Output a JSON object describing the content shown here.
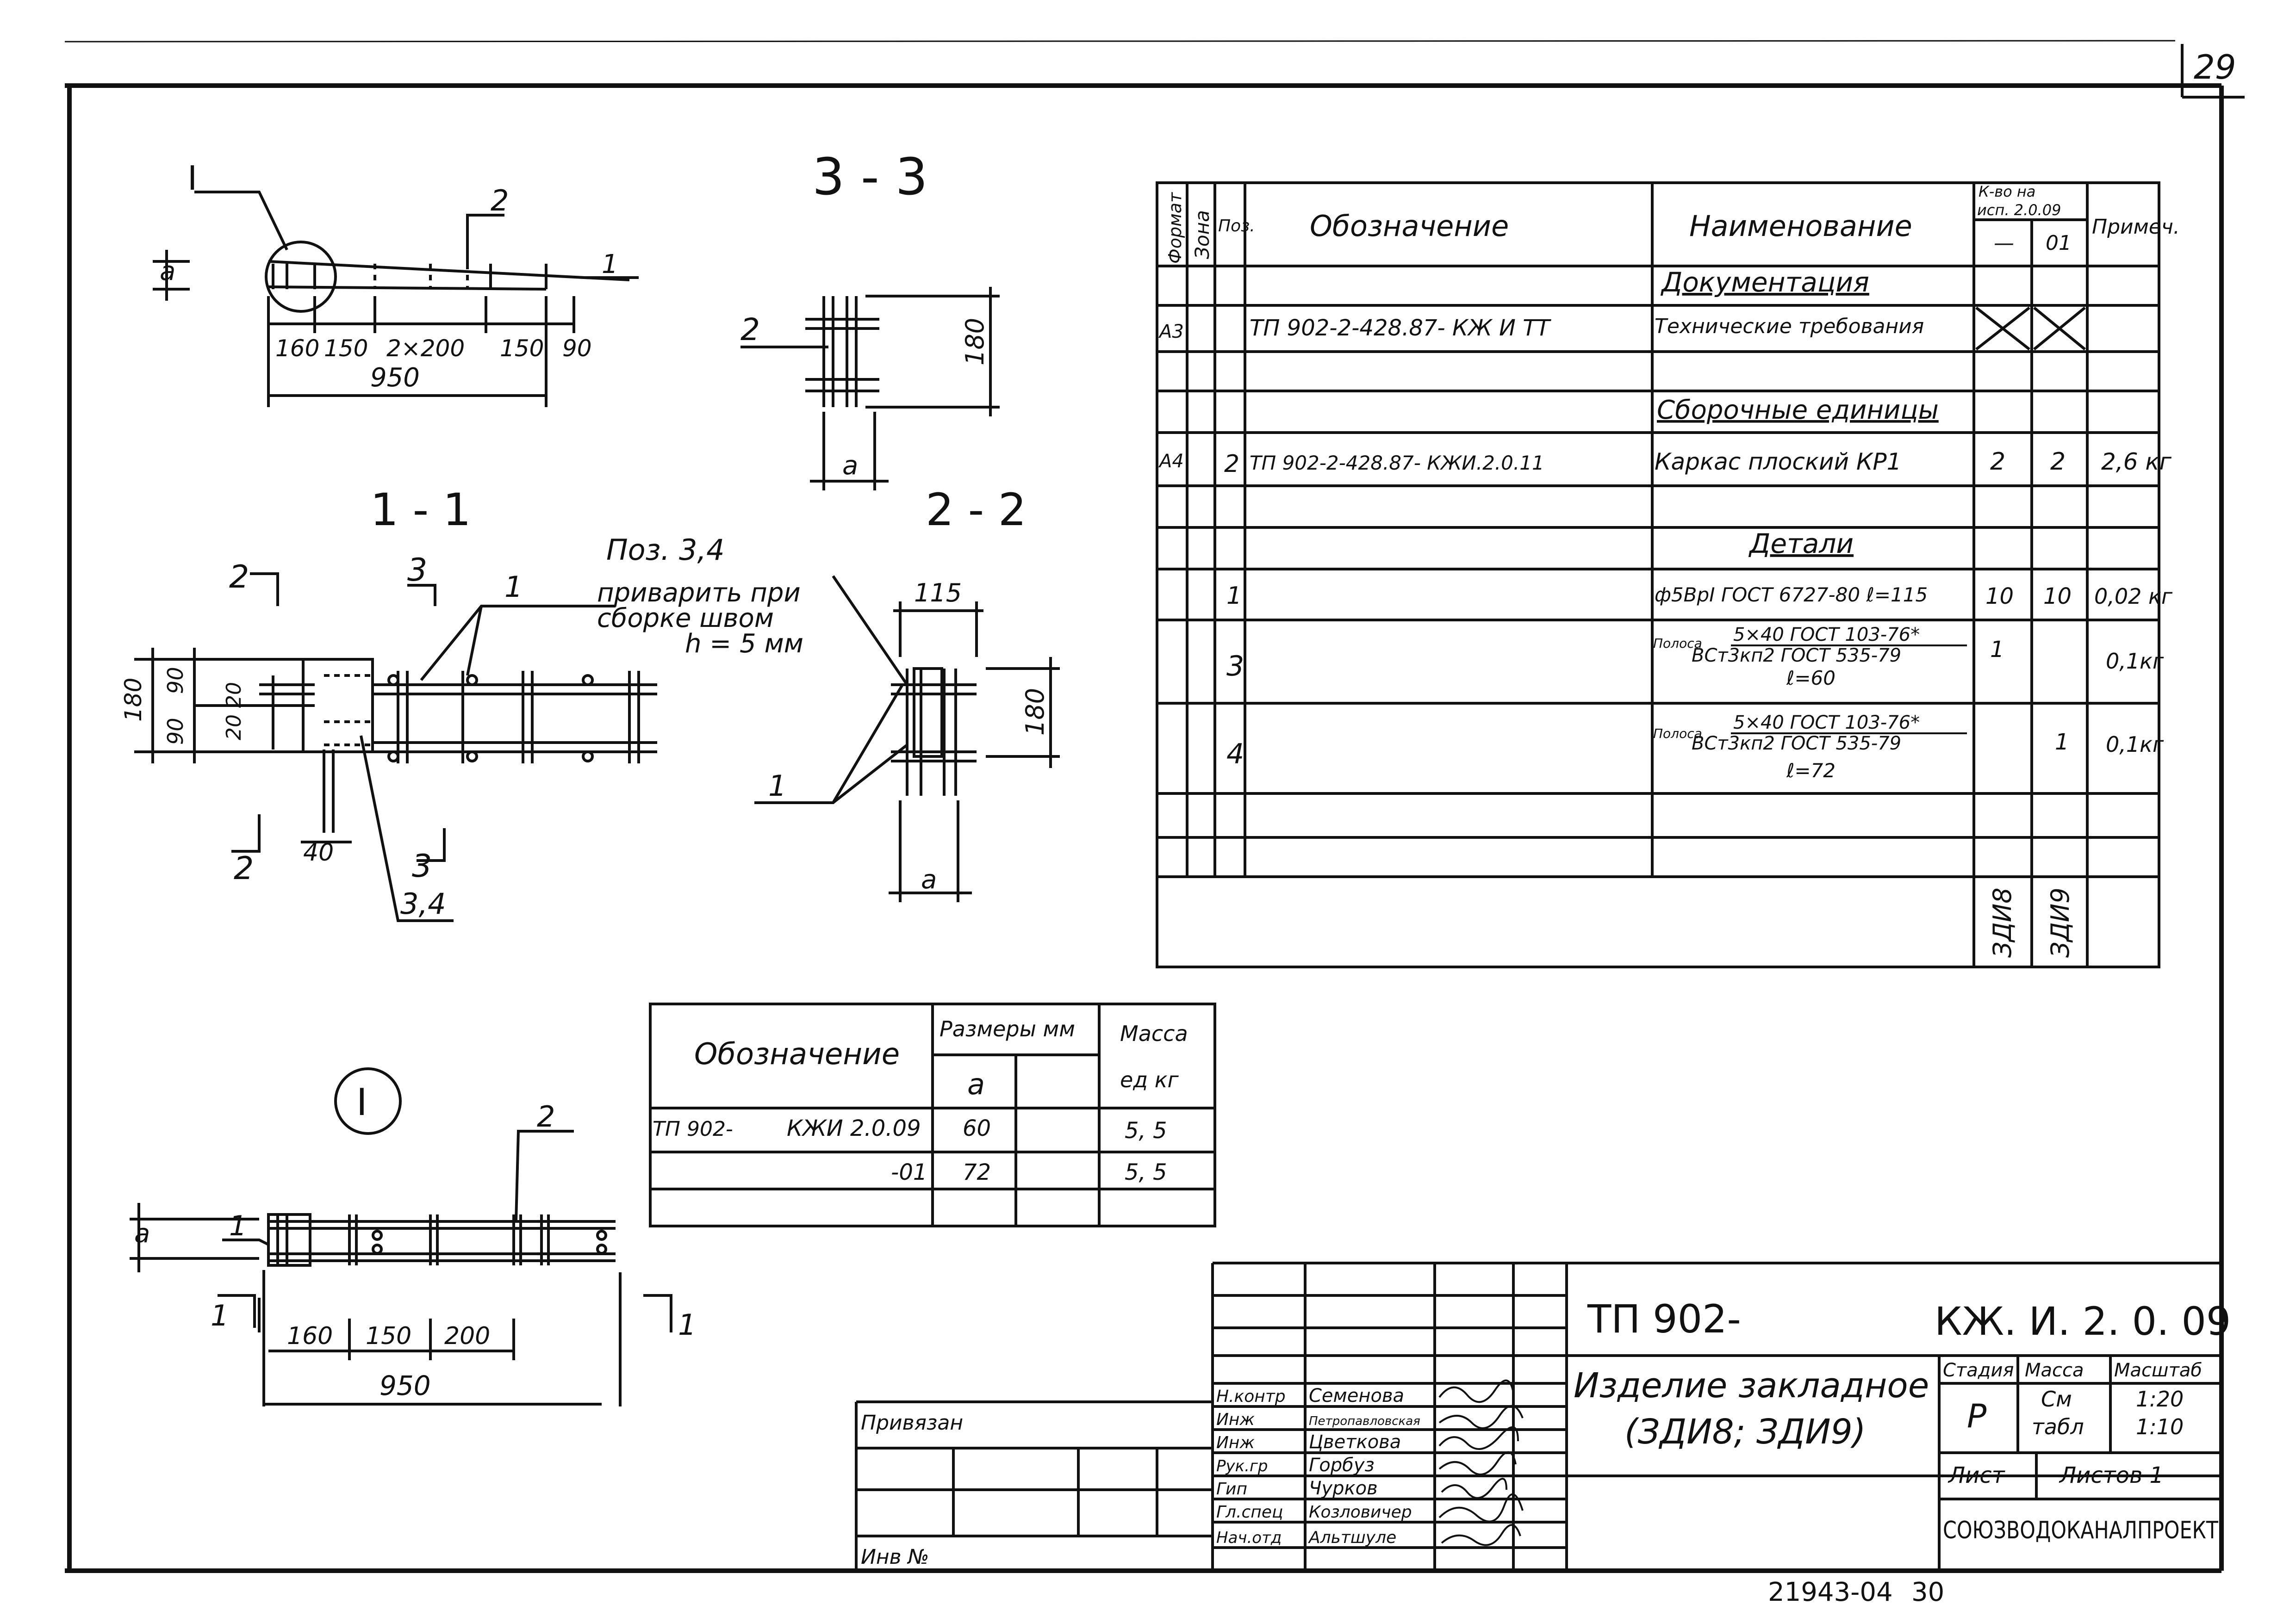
{
  "sheet_number": "29",
  "archive_number": "21943-04",
  "archive_page": "30",
  "sections": {
    "s33": "3 - 3",
    "s11": "1 - 1",
    "s22": "2 - 2",
    "detail_I": "I"
  },
  "plan_top": {
    "callout_I": "I",
    "pos_2": "2",
    "pos_1": "1",
    "dim_a": "a",
    "dims": [
      "160",
      "150",
      "2×200",
      "150",
      "90"
    ],
    "overall": "950"
  },
  "section_33": {
    "pos_2": "2",
    "dim_180": "180",
    "dim_a": "a"
  },
  "section_11": {
    "marks": [
      "2",
      "3",
      "2",
      "3"
    ],
    "pos_1": "1",
    "note_title": "Поз. 3,4",
    "note_line1": "приварить при",
    "note_line2": "сборке швом",
    "note_line3": "h = 5 мм",
    "dim_180": "180",
    "dim_90a": "90",
    "dim_90b": "90",
    "dim_20a": "20",
    "dim_20b": "20",
    "dim_40": "40",
    "pos_34": "3,4"
  },
  "section_22": {
    "dim_115": "115",
    "dim_180": "180",
    "pos_1": "1",
    "dim_a": "a"
  },
  "detail": {
    "callout": "I",
    "pos_2": "2",
    "pos_1": "1",
    "dim_a": "a",
    "dims": [
      "160",
      "150",
      "200"
    ],
    "overall": "950",
    "cut_left": "1",
    "cut_right": "1"
  },
  "spec": {
    "headers": {
      "format": "Формат",
      "zone": "Зона",
      "pos": "Поз.",
      "designation": "Обозначение",
      "name": "Наименование",
      "qty_top1": "К-во на",
      "qty_top2": "исп. 2.0.09",
      "qty_c1": "—",
      "qty_c2": "01",
      "note": "Примеч."
    },
    "rows": [
      {
        "fmt": "",
        "zone": "",
        "pos": "",
        "des": "",
        "name": "Документация",
        "q1": "",
        "q2": "",
        "note": "",
        "type": "section"
      },
      {
        "fmt": "А3",
        "zone": "",
        "pos": "",
        "des": "ТП 902-2-428.87- КЖ И ТТ",
        "name": "Технические требования",
        "q1": "",
        "q2": "",
        "note": "",
        "type": "crossed"
      },
      {
        "fmt": "",
        "zone": "",
        "pos": "",
        "des": "",
        "name": "",
        "q1": "",
        "q2": "",
        "note": "",
        "type": "empty"
      },
      {
        "fmt": "",
        "zone": "",
        "pos": "",
        "des": "",
        "name": "Сборочные единицы",
        "q1": "",
        "q2": "",
        "note": "",
        "type": "section"
      },
      {
        "fmt": "А4",
        "zone": "",
        "pos": "2",
        "des": "ТП 902-2-428.87- КЖИ.2.0.11",
        "name": "Каркас плоский КР1",
        "q1": "2",
        "q2": "2",
        "note": "2,6 кг",
        "type": "item"
      },
      {
        "fmt": "",
        "zone": "",
        "pos": "",
        "des": "",
        "name": "",
        "q1": "",
        "q2": "",
        "note": "",
        "type": "empty"
      },
      {
        "fmt": "",
        "zone": "",
        "pos": "",
        "des": "",
        "name": "Детали",
        "q1": "",
        "q2": "",
        "note": "",
        "type": "section"
      },
      {
        "fmt": "",
        "zone": "",
        "pos": "1",
        "des": "",
        "name": "ф5ВрI ГОСТ 6727-80 ℓ=115",
        "q1": "10",
        "q2": "10",
        "note": "0,02 кг",
        "type": "item"
      },
      {
        "fmt": "",
        "zone": "",
        "pos": "3",
        "des": "",
        "name": "Полоса",
        "frac_top": "5×40 ГОСТ 103-76*",
        "frac_bot": "ВСт3кп2 ГОСТ 535-79",
        "len": "ℓ=60",
        "q1": "1",
        "q2": "",
        "note": "0,1кг",
        "type": "strip"
      },
      {
        "fmt": "",
        "zone": "",
        "pos": "4",
        "des": "",
        "name": "Полоса",
        "frac_top": "5×40 ГОСТ 103-76*",
        "frac_bot": "ВСт3кп2 ГОСТ 535-79",
        "len": "ℓ=72",
        "q1": "",
        "q2": "1",
        "note": "0,1кг",
        "type": "strip"
      },
      {
        "fmt": "",
        "zone": "",
        "pos": "",
        "des": "",
        "name": "",
        "q1": "",
        "q2": "",
        "note": "",
        "type": "empty"
      },
      {
        "fmt": "",
        "zone": "",
        "pos": "",
        "des": "",
        "name": "",
        "q1": "",
        "q2": "",
        "note": "",
        "type": "empty"
      }
    ],
    "bottom_q1": "ЗДИ8",
    "bottom_q2": "ЗДИ9"
  },
  "mass_table": {
    "h_des": "Обозначение",
    "h_size": "Размеры мм",
    "h_a": "a",
    "h_mass1": "Масса",
    "h_mass2": "ед кг",
    "rows": [
      {
        "des1": "ТП 902-",
        "des2": "КЖИ 2.0.09",
        "a": "60",
        "mass": "5, 5"
      },
      {
        "des1": "",
        "des2": "-01",
        "a": "72",
        "mass": "5, 5"
      }
    ]
  },
  "title_block": {
    "project": "ТП 902-",
    "code": "КЖ. И. 2. 0. 09",
    "title1": "Изделие закладное",
    "title2": "(ЗДИ8; ЗДИ9)",
    "h_stage": "Стадия",
    "h_mass": "Масса",
    "h_scale": "Масштаб",
    "stage": "Р",
    "mass1": "См",
    "mass2": "табл",
    "scale1": "1:20",
    "scale2": "1:10",
    "sheet_label": "Лист",
    "sheets_label": "Листов 1",
    "org": "СОЮЗВОДОКАНАЛПРОЕКТ",
    "linked": "Привязан",
    "inv": "Инв №",
    "staff": [
      {
        "role": "Н.контр",
        "name": "Семенова"
      },
      {
        "role": "Инж",
        "name": "Петропавловская"
      },
      {
        "role": "Инж",
        "name": "Цветкова"
      },
      {
        "role": "Рук.гр",
        "name": "Горбуз"
      },
      {
        "role": "Гип",
        "name": "Чурков"
      },
      {
        "role": "Гл.спец",
        "name": "Козловичер"
      },
      {
        "role": "Нач.отд",
        "name": "Альтшуле"
      }
    ]
  }
}
